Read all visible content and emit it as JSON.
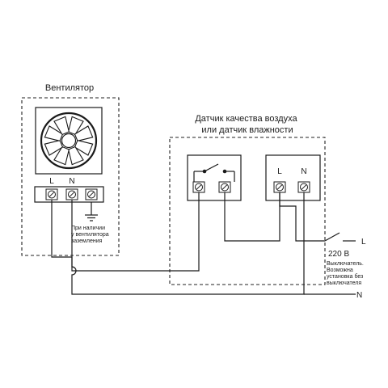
{
  "fan": {
    "title": "Вентилятор",
    "terminal_L": "L",
    "terminal_N": "N",
    "ground_note": [
      "При наличии",
      "у вентилятора",
      "заземления"
    ]
  },
  "sensor": {
    "title_line1": "Датчик качества воздуха",
    "title_line2": "или датчик влажности",
    "terminal_L": "L",
    "terminal_N": "N"
  },
  "supply": {
    "line_L": "L",
    "line_N": "N",
    "voltage": "220 В",
    "switch_note": [
      "Выключатель.",
      "Возможна",
      "установка без",
      "выключателя"
    ]
  }
}
